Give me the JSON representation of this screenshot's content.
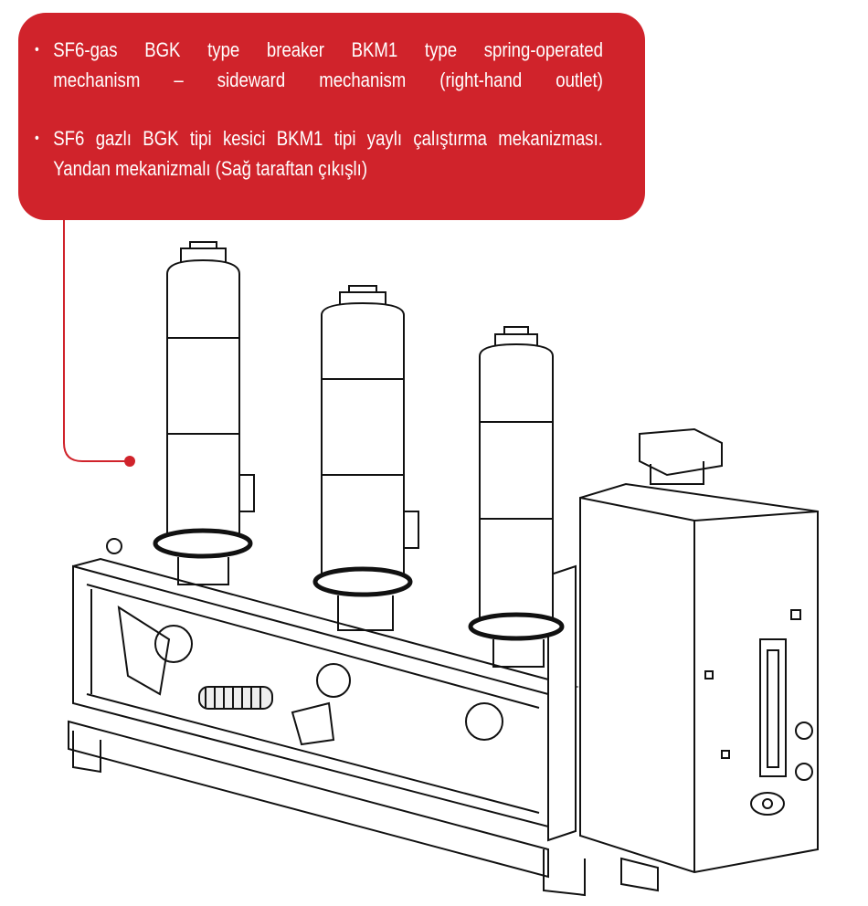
{
  "callout": {
    "color": "#d0232b",
    "bullets": [
      {
        "lines": [
          "SF6-gas BGK type breaker BKM1 type spring-operated",
          "mechanism – sideward mechanism (right-hand outlet)"
        ]
      },
      {
        "lines": [
          "SF6 gazlı BGK tipi kesici BKM1 tipi yaylı çalıştırma mekanizması.",
          "Yandan mekanizmalı (Sağ taraftan çıkışlı)"
        ]
      }
    ]
  },
  "figure": {
    "subject": "breaker-line-drawing"
  }
}
